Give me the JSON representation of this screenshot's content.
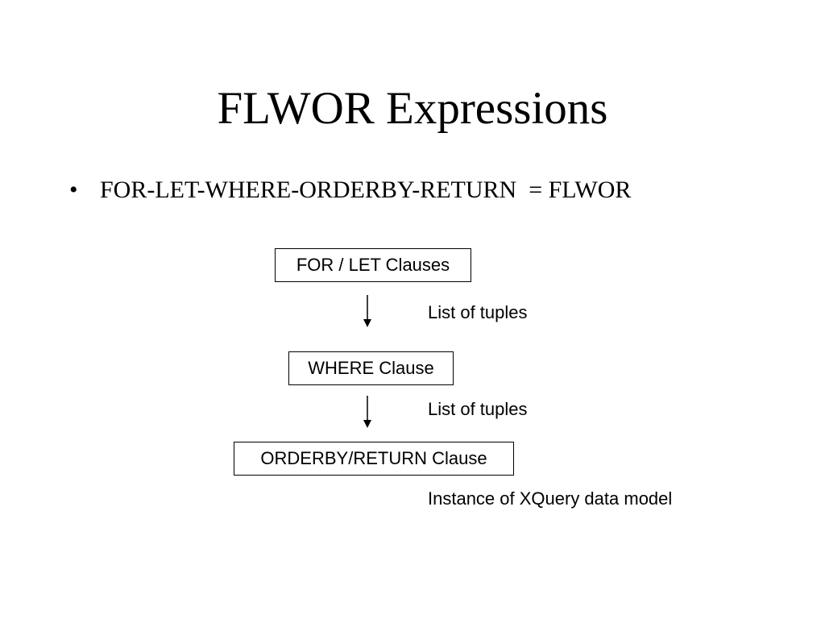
{
  "slide": {
    "title": "FLWOR Expressions",
    "bullet": {
      "marker": "•",
      "text": "FOR-LET-WHERE-ORDERBY-RETURN  = FLWOR"
    }
  },
  "diagram": {
    "boxes": [
      {
        "label": "FOR / LET Clauses"
      },
      {
        "label": "WHERE Clause"
      },
      {
        "label": "ORDERBY/RETURN Clause"
      }
    ],
    "notes": [
      {
        "label": "List of tuples"
      },
      {
        "label": "List of tuples"
      },
      {
        "label": "Instance of XQuery data model"
      }
    ]
  }
}
